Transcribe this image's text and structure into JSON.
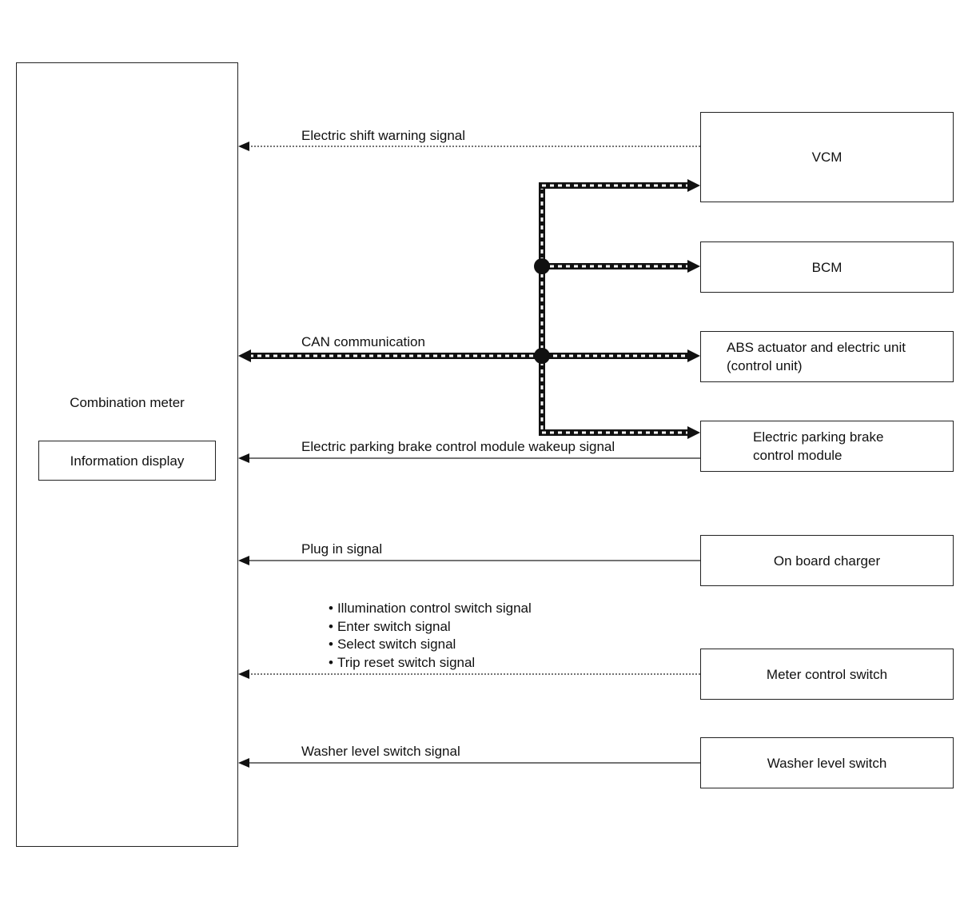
{
  "nodes": {
    "combination_meter": "Combination meter",
    "information_display": "Information display",
    "vcm": "VCM",
    "bcm": "BCM",
    "abs_line1": "ABS actuator and electric unit",
    "abs_line2": "(control unit)",
    "epb_line1": "Electric parking brake",
    "epb_line2": "control module",
    "on_board_charger": "On board charger",
    "meter_control_switch": "Meter control switch",
    "washer_level_switch": "Washer level switch"
  },
  "signals": {
    "electric_shift_warning": "Electric shift warning signal",
    "can_communication": "CAN communication",
    "epb_wakeup": "Electric parking brake control module wakeup signal",
    "plug_in": "Plug in signal",
    "meter_switch_signals": [
      "Illumination control switch signal",
      "Enter switch signal",
      "Select switch signal",
      "Trip reset switch signal"
    ],
    "washer_level": "Washer level switch signal"
  }
}
